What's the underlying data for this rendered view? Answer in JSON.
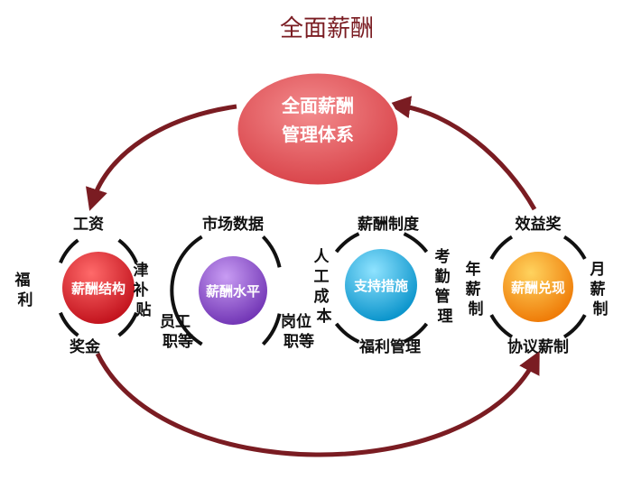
{
  "title": "全面薪酬",
  "center": {
    "line1": "全面薪酬",
    "line2": "管理体系"
  },
  "colors": {
    "arrow": "#7a1c22",
    "ring": "#111111",
    "center_fill": "#e2565a",
    "node_red": "#d8262f",
    "node_purple": "#8a4fc9",
    "node_cyan": "#16a9dd",
    "node_orange": "#f4900f"
  },
  "nodes": [
    {
      "label": "薪酬结构",
      "top": "工资",
      "left": "福利",
      "right": "津补贴",
      "bottom": "奖金"
    },
    {
      "label": "薪酬水平",
      "top": "市场数据",
      "left": "员工职等",
      "right": "岗位职等"
    },
    {
      "label": "支持措施",
      "top": "薪酬制度",
      "left": "人工成本",
      "right": "考勤管理",
      "bottom": "福利管理"
    },
    {
      "label": "薪酬兑现",
      "top": "效益奖",
      "left": "年薪制",
      "right": "月薪制",
      "bottom": "协议薪制"
    }
  ]
}
